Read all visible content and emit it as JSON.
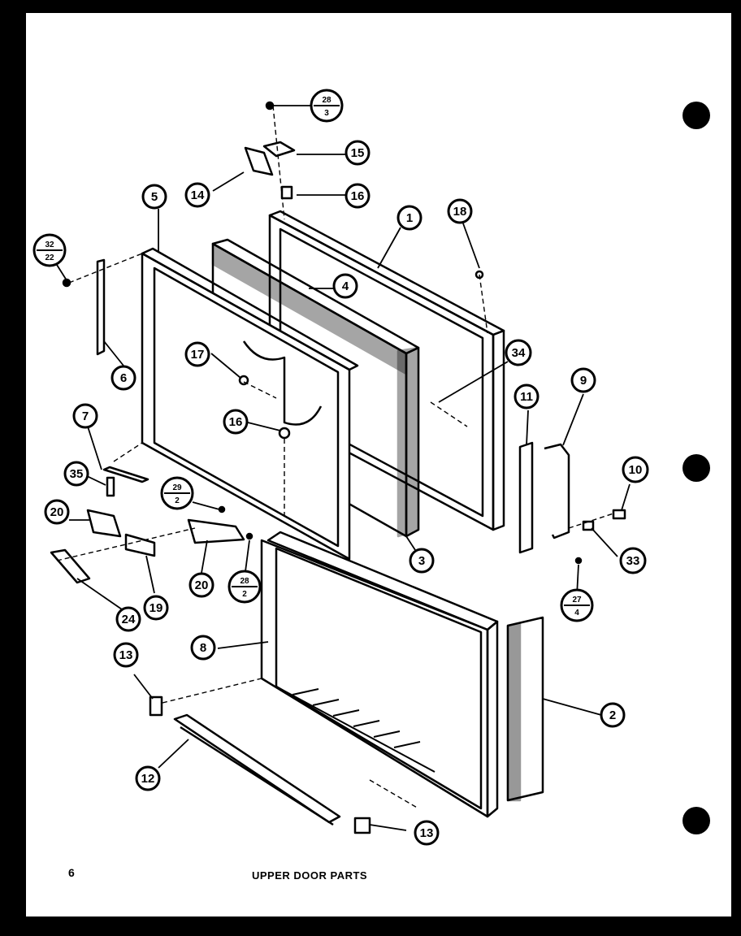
{
  "page_number": "6",
  "caption": "UPPER DOOR PARTS",
  "callouts": [
    "1",
    "2",
    "3",
    "4",
    "5",
    "6",
    "7",
    "8",
    "9",
    "10",
    "11",
    "12",
    "13",
    "13",
    "14",
    "15",
    "16",
    "16",
    "17",
    "18",
    "19",
    "20",
    "20",
    "24",
    "33",
    "34",
    "35"
  ],
  "fraction_callouts": [
    {
      "top": "28",
      "bottom": "3"
    },
    {
      "top": "32",
      "bottom": "22"
    },
    {
      "top": "29",
      "bottom": "2"
    },
    {
      "top": "28",
      "bottom": "2"
    },
    {
      "top": "27",
      "bottom": "4"
    }
  ]
}
